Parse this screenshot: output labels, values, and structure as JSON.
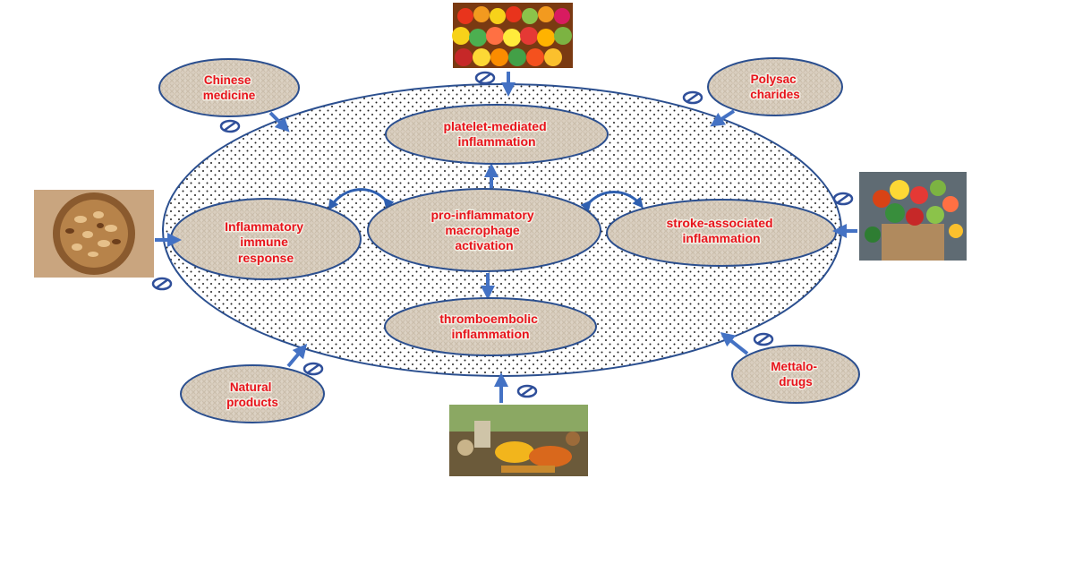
{
  "nodes": {
    "platelet": [
      "platelet-mediated",
      "inflammation"
    ],
    "macrophage": [
      "pro-inflammatory",
      "macrophage",
      "activation"
    ],
    "immune": [
      "Inflammatory",
      "immune",
      "response"
    ],
    "stroke": [
      "stroke-associated",
      "inflammation"
    ],
    "thrombo": [
      "thromboembolic",
      "inflammation"
    ]
  },
  "treatments": {
    "chinese_medicine": [
      "Chinese",
      "medicine"
    ],
    "polysaccharides": [
      "Polysac",
      "charides"
    ],
    "natural_products": [
      "Natural",
      "products"
    ],
    "mettalo_drugs": [
      "Mettalo-",
      "drugs"
    ]
  },
  "images": {
    "top": "fruits-photo",
    "right": "vegetables-bag-photo",
    "left": "nuts-bowl-photo",
    "bottom": "herbs-spices-photo"
  },
  "colors": {
    "node_text": "#e8141c",
    "outline": "#2b4f8f",
    "arrow": "#4472c4",
    "oval_fill": "#d8cdbd",
    "inhibit": "#2f4f9a"
  }
}
